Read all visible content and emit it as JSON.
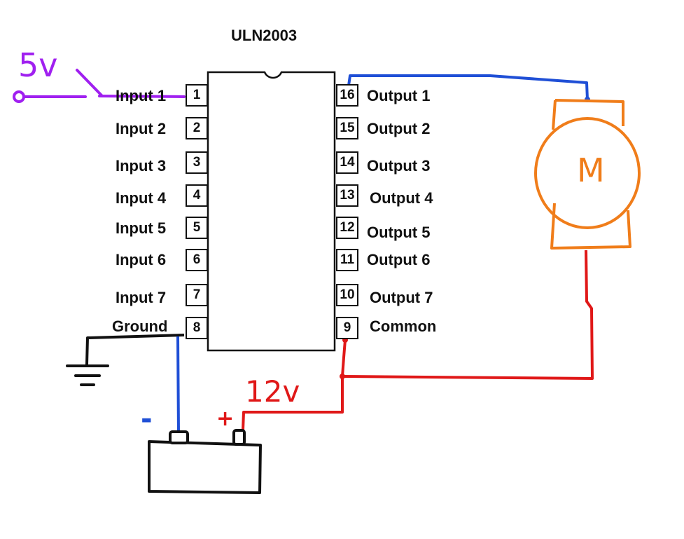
{
  "chip": {
    "title": "ULN2003",
    "left_pins": [
      {
        "number": "1",
        "label": "Input 1"
      },
      {
        "number": "2",
        "label": "Input 2"
      },
      {
        "number": "3",
        "label": "Input 3"
      },
      {
        "number": "4",
        "label": "Input 4"
      },
      {
        "number": "5",
        "label": "Input 5"
      },
      {
        "number": "6",
        "label": "Input 6"
      },
      {
        "number": "7",
        "label": "Input 7"
      },
      {
        "number": "8",
        "label": "Ground"
      }
    ],
    "right_pins": [
      {
        "number": "16",
        "label": "Output 1"
      },
      {
        "number": "15",
        "label": "Output 2"
      },
      {
        "number": "14",
        "label": "Output 3"
      },
      {
        "number": "13",
        "label": "Output 4"
      },
      {
        "number": "12",
        "label": "Output 5"
      },
      {
        "number": "11",
        "label": "Output 6"
      },
      {
        "number": "10",
        "label": "Output 7"
      },
      {
        "number": "9",
        "label": "Common"
      }
    ]
  },
  "annotations": {
    "input_voltage": "5v",
    "supply_voltage": "12v",
    "motor_letter": "M",
    "battery_minus": "-",
    "battery_plus": "+"
  },
  "colors": {
    "input_wire": "#a020f0",
    "output_wire": "#1f4fd6",
    "supply_wire": "#e01818",
    "motor": "#f07d1a",
    "ground_wire": "#111111"
  }
}
